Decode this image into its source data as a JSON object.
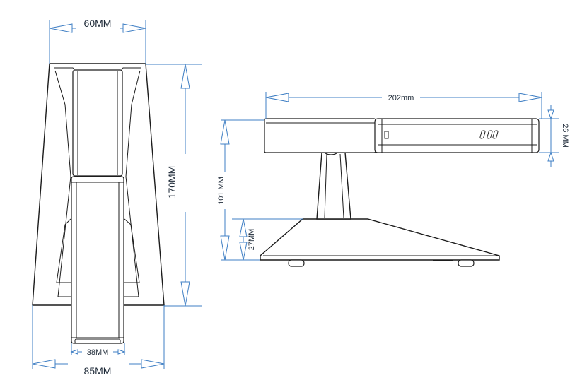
{
  "front_view": {
    "top_width": "60MM",
    "height": "170MM",
    "inner_width": "38MM",
    "base_width": "85MM"
  },
  "side_view": {
    "length": "202mm",
    "head_thickness": "26 MM",
    "total_height": "101 MM",
    "base_height": "27MM"
  },
  "colors": {
    "dimension_line": "#3f7fc4",
    "outline": "#1c1c1c",
    "text": "#1e2a38"
  }
}
